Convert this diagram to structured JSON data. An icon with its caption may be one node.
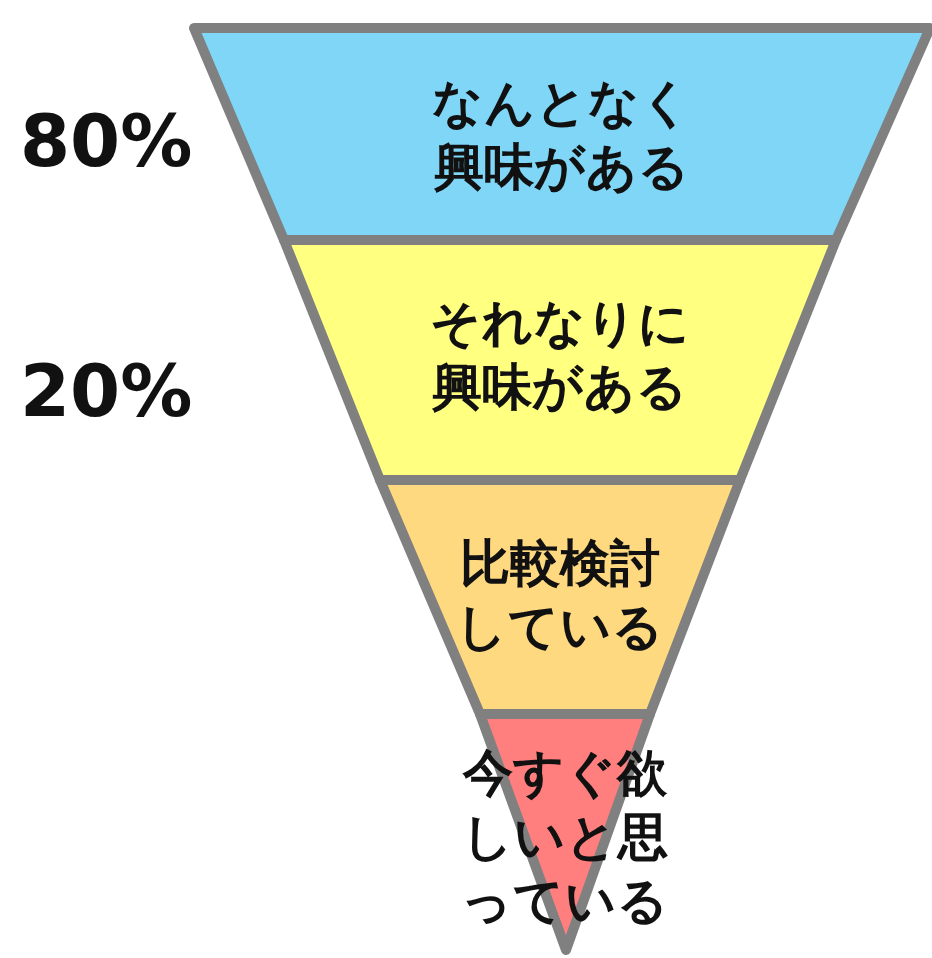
{
  "diagram": {
    "nodes": [
      {
        "text": [
          "なんとなく興味がある"
        ],
        "beside": [
          "80%"
        ]
      },
      {
        "text": [
          "それなりに興味がある"
        ],
        "beside": [
          "20%"
        ]
      },
      {
        "text": [
          "比較検討している"
        ]
      },
      {
        "text": [
          "今すぐ欲しいと思っている"
        ]
      }
    ]
  }
}
